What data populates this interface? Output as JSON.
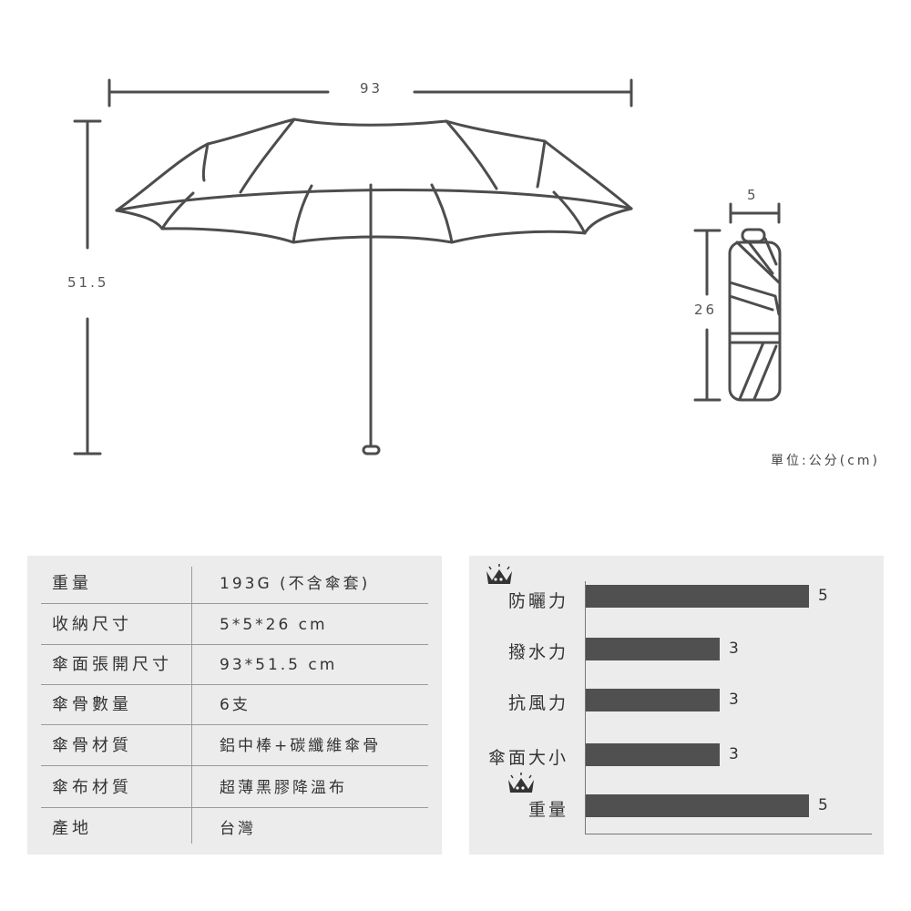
{
  "dimensions": {
    "open_width": "93",
    "open_height": "51.5",
    "folded_width": "5",
    "folded_length": "26",
    "unit_note": "單位:公分(cm)"
  },
  "specs": [
    {
      "key": "重量",
      "value": "193G (不含傘套)"
    },
    {
      "key": "收納尺寸",
      "value": "5*5*26 cm"
    },
    {
      "key": "傘面張開尺寸",
      "value": "93*51.5 cm"
    },
    {
      "key": "傘骨數量",
      "value": "6支"
    },
    {
      "key": "傘骨材質",
      "value": "鋁中棒+碳纖維傘骨"
    },
    {
      "key": "傘布材質",
      "value": "超薄黑膠降溫布"
    },
    {
      "key": "產地",
      "value": "台灣"
    }
  ],
  "chart_data": {
    "type": "bar",
    "orientation": "horizontal",
    "categories": [
      "防曬力",
      "撥水力",
      "抗風力",
      "傘面大小",
      "重量"
    ],
    "values": [
      5,
      3,
      3,
      3,
      5
    ],
    "value_labels": [
      "5",
      "3",
      "3",
      "3",
      "5"
    ],
    "xlim": [
      0,
      6
    ],
    "highlighted": [
      "防曬力",
      "重量"
    ],
    "bar_color": "#505050"
  },
  "colors": {
    "line": "#4d4d4d",
    "panel_bg": "#ececec",
    "bar": "#505050"
  },
  "icons": {
    "crown": "crown-icon"
  }
}
